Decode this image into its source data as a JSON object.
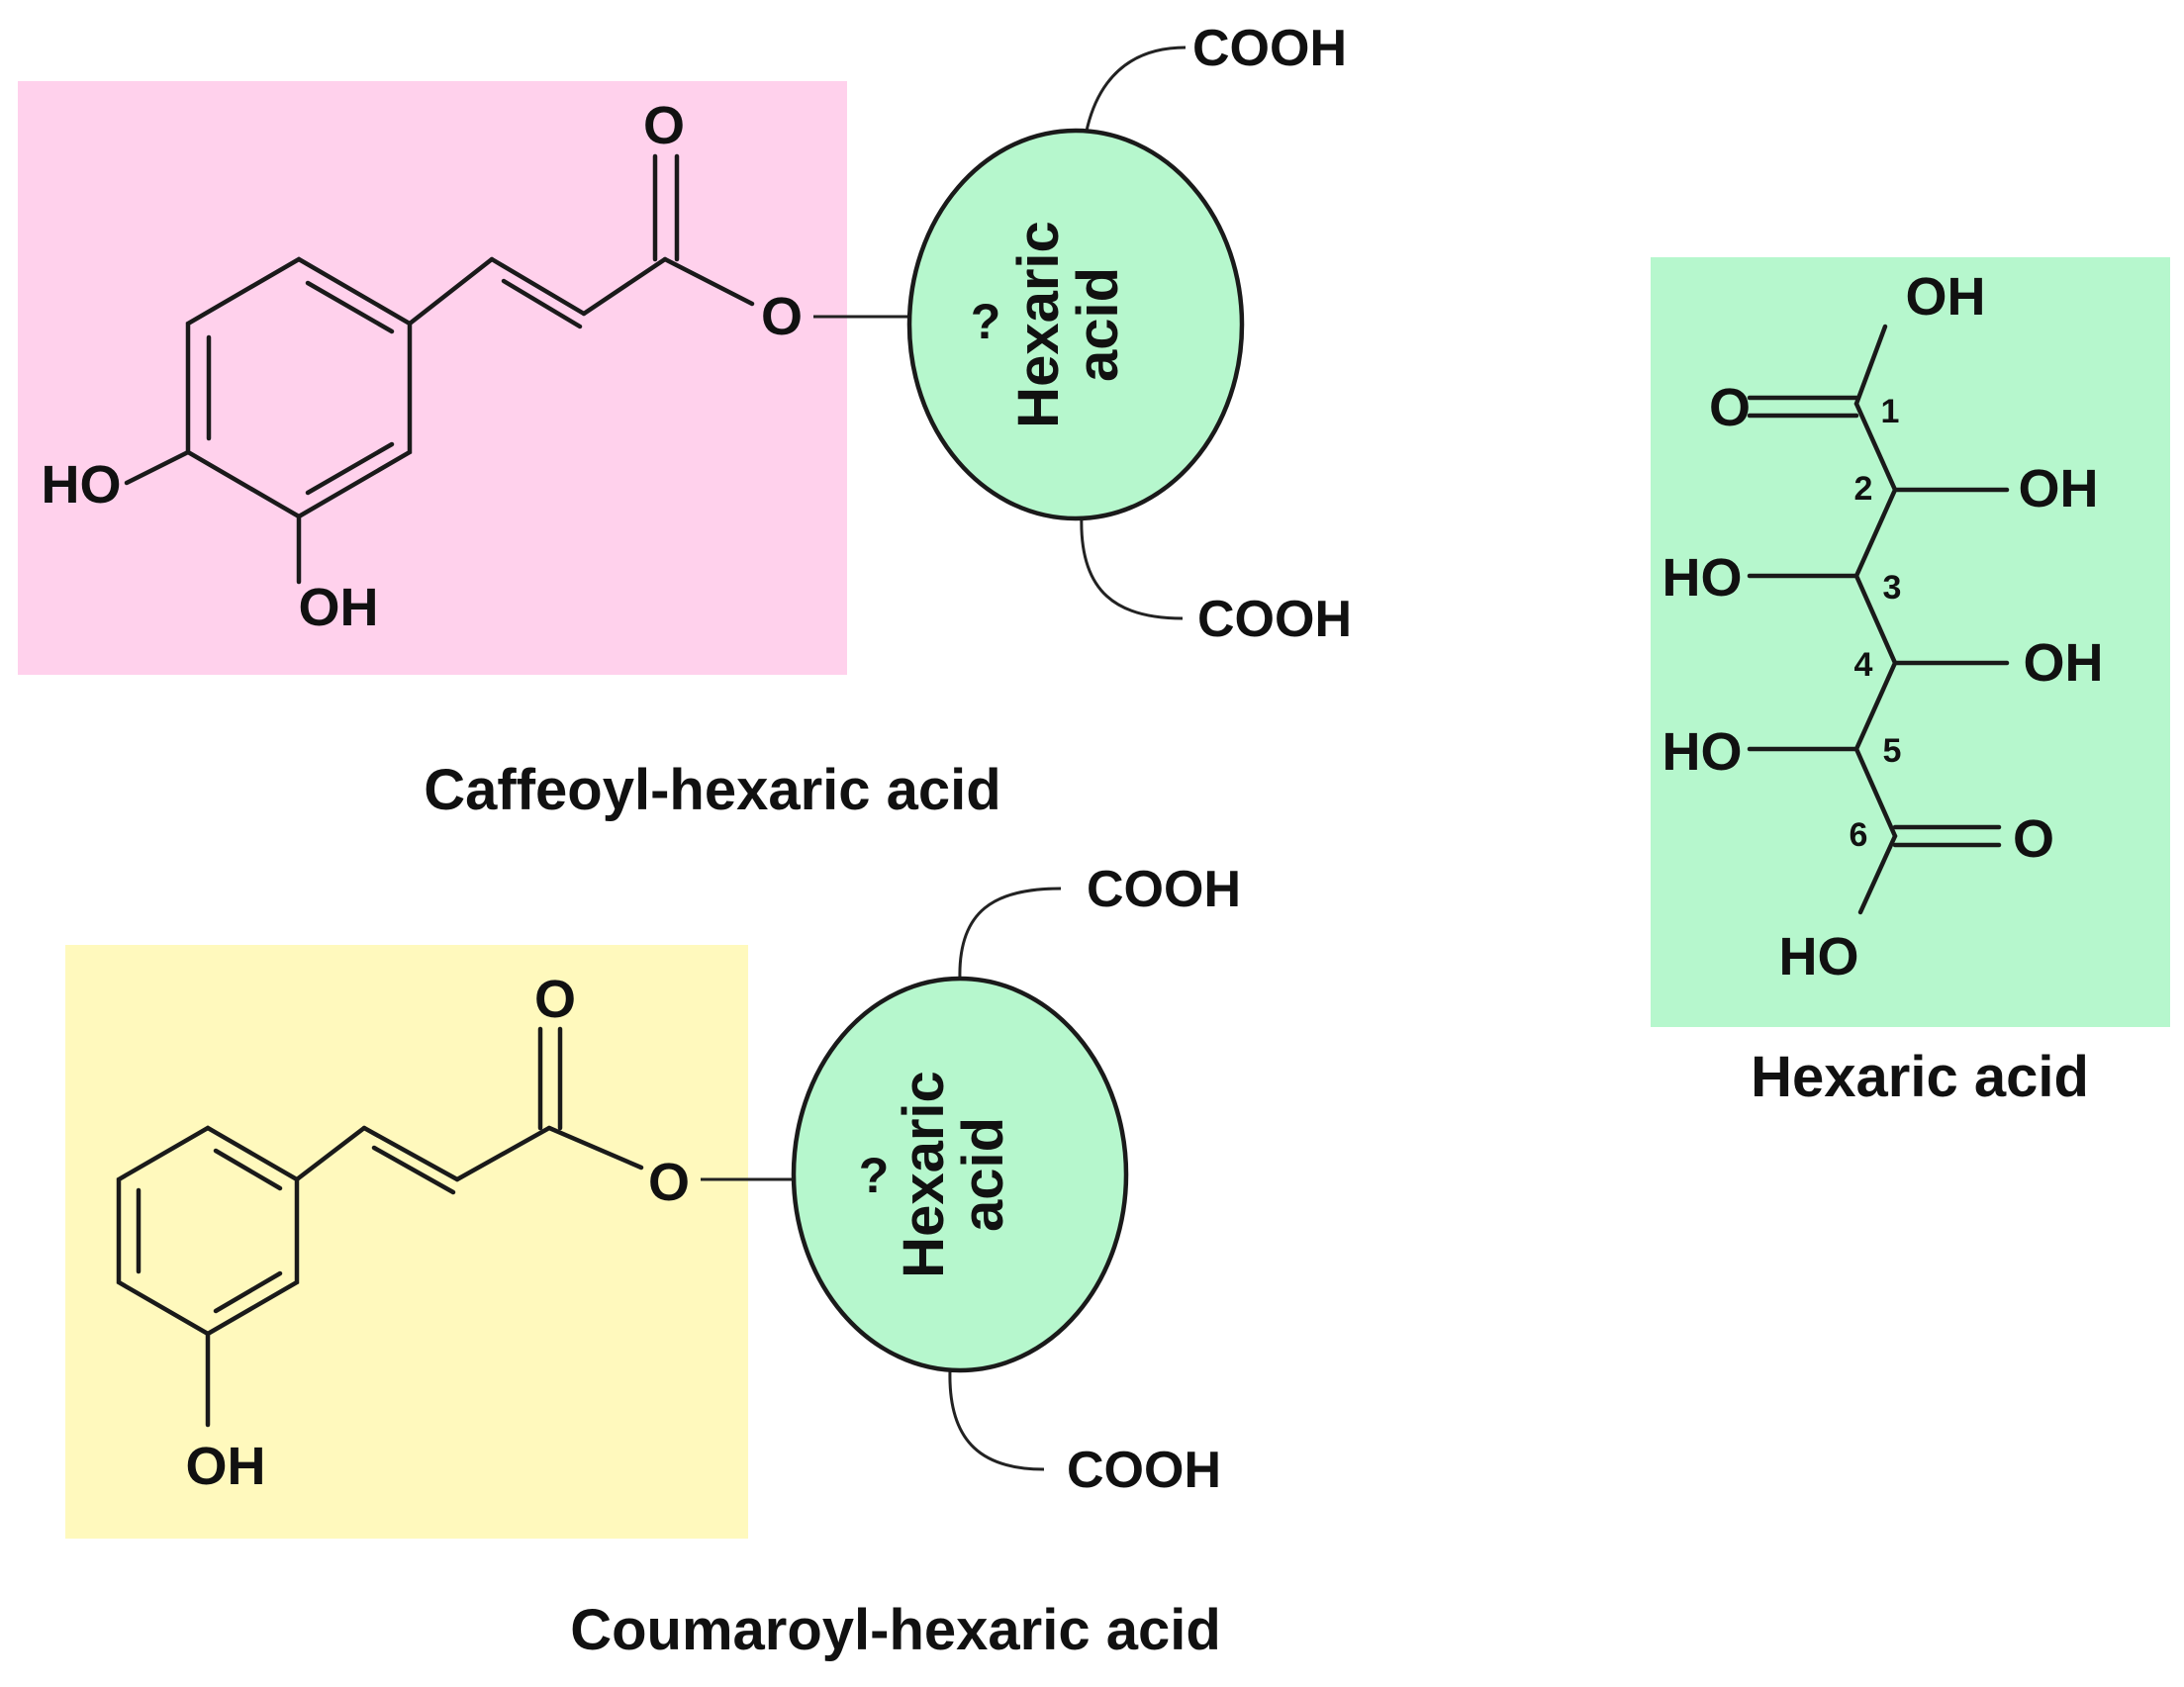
{
  "colors": {
    "caffeoyl_box": "#ffd1ec",
    "coumaroyl_box": "#fff9bd",
    "hexaric_fill": "#b6f7cd",
    "ink": "#111111"
  },
  "caffeoyl": {
    "carbonyl_o": "O",
    "ester_o": "O",
    "ho_para": "HO",
    "oh_meta": "OH",
    "ellipse_label_1": "Hexaric",
    "ellipse_label_2": "acid",
    "question": "?",
    "cooh_top": "COOH",
    "cooh_bottom": "COOH",
    "caption": "Caffeoyl-hexaric acid"
  },
  "coumaroyl": {
    "carbonyl_o": "O",
    "ester_o": "O",
    "oh_ring": "OH",
    "ellipse_label_1": "Hexaric",
    "ellipse_label_2": "acid",
    "question": "?",
    "cooh_top": "COOH",
    "cooh_bottom": "COOH",
    "caption": "Coumaroyl-hexaric acid"
  },
  "hexaric": {
    "c1_oh": "OH",
    "c1_o": "O",
    "c2_oh": "OH",
    "c3_ho": "HO",
    "c4_oh": "OH",
    "c5_ho": "HO",
    "c6_o": "O",
    "c6_ho": "HO",
    "numbers": [
      "1",
      "2",
      "3",
      "4",
      "5",
      "6"
    ],
    "caption": "Hexaric acid"
  }
}
